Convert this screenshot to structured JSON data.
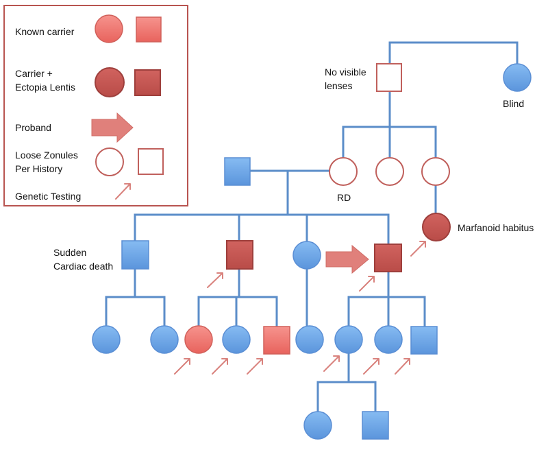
{
  "legend": {
    "known_carrier": "Known carrier",
    "carrier_el_line1": "Carrier +",
    "carrier_el_line2": "Ectopia Lentis",
    "proband": "Proband",
    "loose_line1": "Loose Zonules",
    "loose_line2": "Per History",
    "genetic_testing": "Genetic Testing"
  },
  "annotations": {
    "no_visible_line1": "No visible",
    "no_visible_line2": "lenses",
    "blind": "Blind",
    "rd": "RD",
    "marfanoid": "Marfanoid habitus",
    "sudden_line1": "Sudden",
    "sudden_line2": "Cardiac death"
  },
  "colors": {
    "affected_blue": "#6fa8e8",
    "blue_stroke": "#4a7cc0",
    "known_carrier_fill": "#f07e78",
    "carrier_el_fill": "#c85a56",
    "red_stroke": "#b4514c",
    "line": "#5b8dc9",
    "arrow": "#e0807b"
  },
  "pedigree": {
    "generations": 5,
    "members": [
      {
        "id": "g1-male",
        "sex": "male",
        "status": "loose-zonules",
        "note": "No visible lenses"
      },
      {
        "id": "g1-female",
        "sex": "female",
        "status": "affected",
        "note": "Blind"
      },
      {
        "id": "g2-male",
        "sex": "male",
        "status": "affected"
      },
      {
        "id": "g2-female-1",
        "sex": "female",
        "status": "loose-zonules",
        "note": "RD"
      },
      {
        "id": "g2-female-2",
        "sex": "female",
        "status": "loose-zonules"
      },
      {
        "id": "g2-female-3",
        "sex": "female",
        "status": "loose-zonules"
      },
      {
        "id": "g3-male-1",
        "sex": "male",
        "status": "affected",
        "note": "Sudden Cardiac death"
      },
      {
        "id": "g3-male-2",
        "sex": "male",
        "status": "carrier-ectopia-lentis",
        "genetic_testing": true
      },
      {
        "id": "g3-female",
        "sex": "female",
        "status": "affected"
      },
      {
        "id": "g3-male-3",
        "sex": "male",
        "status": "carrier-ectopia-lentis",
        "proband": true,
        "genetic_testing": true
      },
      {
        "id": "g3-female-marfanoid",
        "sex": "female",
        "status": "carrier-ectopia-lentis",
        "note": "Marfanoid habitus",
        "genetic_testing": true
      },
      {
        "id": "g4-female-1",
        "sex": "female",
        "status": "affected"
      },
      {
        "id": "g4-female-2",
        "sex": "female",
        "status": "affected"
      },
      {
        "id": "g4-female-3",
        "sex": "female",
        "status": "known-carrier",
        "genetic_testing": true
      },
      {
        "id": "g4-female-4",
        "sex": "female",
        "status": "affected",
        "genetic_testing": true
      },
      {
        "id": "g4-male-1",
        "sex": "male",
        "status": "known-carrier",
        "genetic_testing": true
      },
      {
        "id": "g4-female-5",
        "sex": "female",
        "status": "affected"
      },
      {
        "id": "g4-female-6",
        "sex": "female",
        "status": "affected",
        "genetic_testing": true
      },
      {
        "id": "g4-female-7",
        "sex": "female",
        "status": "affected",
        "genetic_testing": true
      },
      {
        "id": "g4-male-2",
        "sex": "male",
        "status": "affected",
        "genetic_testing": true
      },
      {
        "id": "g5-female",
        "sex": "female",
        "status": "affected"
      },
      {
        "id": "g5-male",
        "sex": "male",
        "status": "affected"
      }
    ]
  }
}
